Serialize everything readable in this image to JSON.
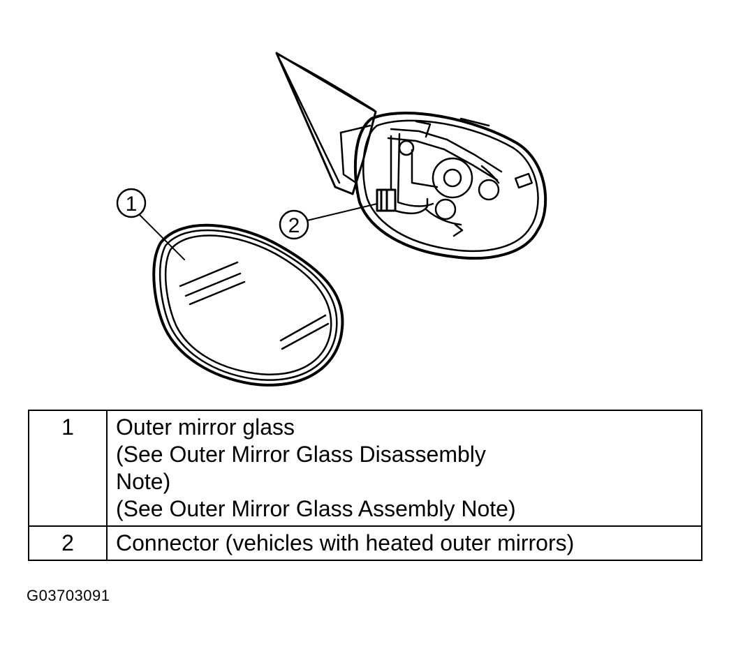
{
  "callouts": {
    "c1": "1",
    "c2": "2"
  },
  "table": {
    "rows": [
      {
        "num": "1",
        "lines": [
          "Outer mirror glass",
          "(See Outer Mirror Glass Disassembly",
          "Note)",
          "(See  Outer Mirror Glass Assembly Note)"
        ]
      },
      {
        "num": "2",
        "lines": [
          "Connector (vehicles with heated outer mirrors)"
        ]
      }
    ]
  },
  "figure_code": "G03703091"
}
